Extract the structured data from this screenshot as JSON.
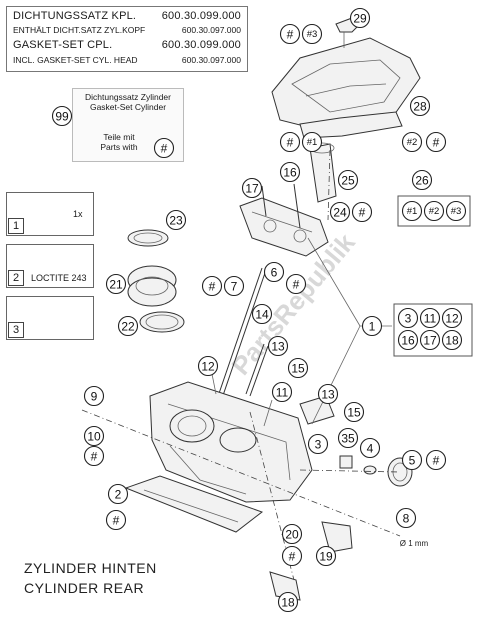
{
  "header": {
    "line1_label": "DICHTUNGSSATZ KPL.",
    "line1_code": "600.30.099.000",
    "line2_label": "ENTHÄLT DICHT.SATZ ZYL.KOPF",
    "line2_code": "600.30.097.000",
    "line3_label": "GASKET-SET CPL.",
    "line3_code": "600.30.099.000",
    "line4_label": "INCL. GASKET-SET CYL. HEAD",
    "line4_code": "600.30.097.000"
  },
  "cylinder_set": {
    "title_de": "Dichtungssatz Zylinder",
    "title_en": "Gasket-Set Cylinder",
    "teile_mit": "Teile mit",
    "parts_with": "Parts with",
    "marker": "#"
  },
  "side_panels": [
    {
      "number": "1",
      "note": "1x"
    },
    {
      "number": "2",
      "note": "LOCTITE 243"
    },
    {
      "number": "3",
      "note": ""
    }
  ],
  "caption": {
    "line1": "ZYLINDER HINTEN",
    "line2": "CYLINDER REAR"
  },
  "dimension_note": "Ø 1 mm",
  "callouts": {
    "p1": "1",
    "p2": "2",
    "p3": "3",
    "p4": "4",
    "p5": "5",
    "p6": "6",
    "p7": "7",
    "p8": "8",
    "p9": "9",
    "p10": "10",
    "p11": "11",
    "p12": "12",
    "p13a": "13",
    "p13b": "13",
    "p14": "14",
    "p15a": "15",
    "p15b": "15",
    "p16": "16",
    "p17": "17",
    "p18": "18",
    "p19": "19",
    "p20": "20",
    "p21": "21",
    "p22": "22",
    "p23": "23",
    "p24": "24",
    "p25": "25",
    "p26": "26",
    "p28": "28",
    "p29": "29",
    "p35": "35",
    "p99": "99",
    "hash": "#",
    "h1": "#1",
    "h2": "#2",
    "h3": "#3"
  },
  "group_box": [
    "3",
    "11",
    "12",
    "16",
    "17",
    "18"
  ],
  "group26": [
    "#1",
    "#2",
    "#3"
  ],
  "watermark": "PartsRepublik"
}
